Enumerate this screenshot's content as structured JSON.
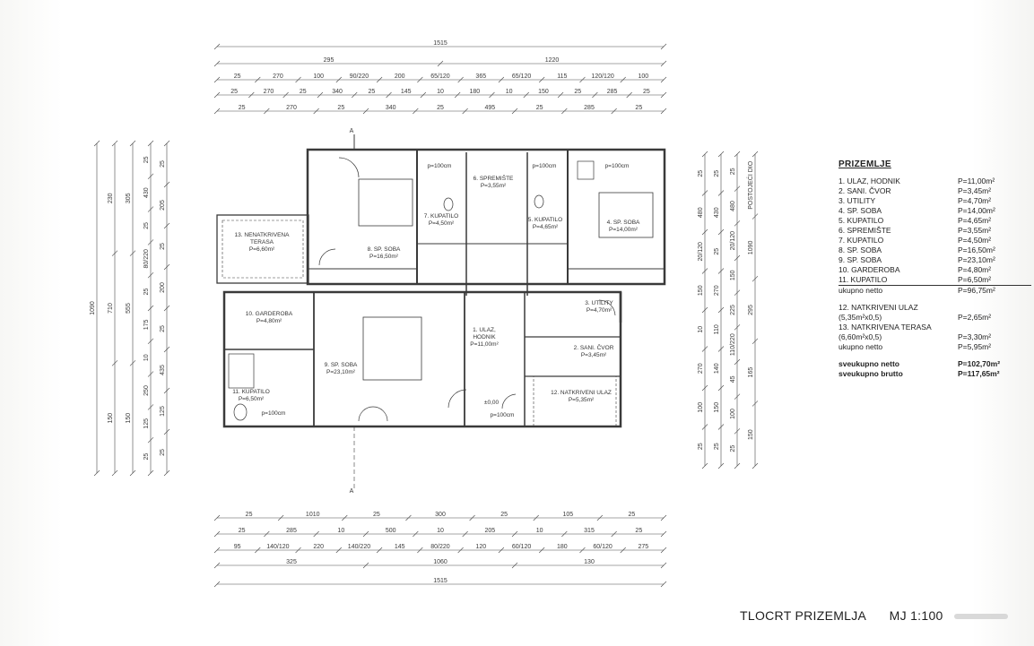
{
  "legend": {
    "title": "PRIZEMLJE",
    "rooms": [
      {
        "label": "1.  ULAZ, HODNIK",
        "area": "P=11,00m²"
      },
      {
        "label": "2.  SANI. ČVOR",
        "area": "P=3,45m²"
      },
      {
        "label": "3.  UTILITY",
        "area": "P=4,70m²"
      },
      {
        "label": "4.  SP. SOBA",
        "area": "P=14,00m²"
      },
      {
        "label": "5.  KUPATILO",
        "area": "P=4,65m²"
      },
      {
        "label": "6.  SPREMIŠTE",
        "area": "P=3,55m²"
      },
      {
        "label": "7.  KUPATILO",
        "area": "P=4,50m²"
      },
      {
        "label": "8.  SP. SOBA",
        "area": "P=16,50m²"
      },
      {
        "label": "9.  SP. SOBA",
        "area": "P=23,10m²"
      },
      {
        "label": "10. GARDEROBA",
        "area": "P=4,80m²"
      },
      {
        "label": "11. KUPATILO",
        "area": "P=6,50m²"
      }
    ],
    "netto_label": "ukupno netto",
    "netto_value": "P=96,75m²",
    "covered": [
      {
        "label": "12. NATKRIVENI ULAZ",
        "sub": "(5,35m²x0,5)",
        "area": "P=2,65m²"
      },
      {
        "label": "13. NATKRIVENA TERASA",
        "sub": "(6,60m²x0,5)",
        "area": "P=3,30m²"
      }
    ],
    "covered_netto_label": "ukupno netto",
    "covered_netto_value": "P=5,95m²",
    "total_netto_label": "sveukupno netto",
    "total_netto_value": "P=102,70m²",
    "total_brutto_label": "sveukupno brutto",
    "total_brutto_value": "P=117,65m²"
  },
  "footer": {
    "title": "TLOCRT PRIZEMLJA",
    "scale": "MJ 1:100"
  },
  "section_mark": "A",
  "top_dims": {
    "r1": [
      "1515"
    ],
    "r2": [
      "295",
      "1220"
    ],
    "r3": [
      "25",
      "270",
      "100",
      "90/220",
      "200",
      "65/120",
      "365",
      "65/120",
      "115",
      "120/120",
      "100"
    ],
    "r4": [
      "25",
      "270",
      "25",
      "340",
      "25",
      "145",
      "10",
      "180",
      "10",
      "150",
      "25",
      "285",
      "25"
    ],
    "r5": [
      "25",
      "270",
      "25",
      "340",
      "25",
      "495",
      "25",
      "285",
      "25"
    ]
  },
  "bottom_dims": {
    "r1": [
      "25",
      "1010",
      "25",
      "300",
      "25",
      "105",
      "25"
    ],
    "r2": [
      "25",
      "285",
      "10",
      "500",
      "10",
      "205",
      "10",
      "315",
      "25"
    ],
    "r3": [
      "95",
      "140/120",
      "220",
      "140/220",
      "145",
      "80/220",
      "120",
      "60/120",
      "180",
      "60/120",
      "275"
    ],
    "r4": [
      "325",
      "1060",
      "130"
    ],
    "r5": [
      "1515"
    ]
  },
  "left_dims": {
    "c1": [
      "1090"
    ],
    "c2": [
      "150",
      "710",
      "230"
    ],
    "c3": [
      "150",
      "555",
      "305"
    ],
    "c4": [
      "25",
      "125",
      "250",
      "10",
      "175",
      "25",
      "80/220",
      "25",
      "430",
      "25"
    ],
    "c5": [
      "25",
      "125",
      "435",
      "25",
      "200",
      "25",
      "205",
      "25"
    ]
  },
  "right_dims": {
    "c1": [
      "25",
      "100",
      "270",
      "10",
      "150",
      "20/120",
      "480",
      "25"
    ],
    "c2": [
      "25",
      "150",
      "140",
      "110",
      "270",
      "25",
      "430",
      "25"
    ],
    "c3": [
      "25",
      "100",
      "45",
      "110/220",
      "225",
      "150",
      "20/120",
      "480",
      "25"
    ],
    "c4": [
      "150",
      "165",
      "295",
      "1090",
      "POSTOJEĆI DIO"
    ]
  },
  "room_labels": {
    "r13": [
      "13. NENATKRIVENA",
      "TERASA",
      "P=6,60m²"
    ],
    "r8": [
      "8. SP. SOBA",
      "P=16,50m²"
    ],
    "r7": [
      "7. KUPATILO",
      "P=4,50m²"
    ],
    "r6": [
      "6. SPREMIŠTE",
      "P=3,55m²"
    ],
    "r5": [
      "5. KUPATILO",
      "P=4,65m²"
    ],
    "r4": [
      "4. SP. SOBA",
      "P=14,00m²"
    ],
    "r10": [
      "10. GARDEROBA",
      "P=4,80m²"
    ],
    "r9": [
      "9. SP. SOBA",
      "P=23,10m²"
    ],
    "r1": [
      "1. ULAZ,",
      "HODNIK",
      "P=11,00m²"
    ],
    "r3": [
      "3. UTILITY",
      "P=4,70m²"
    ],
    "r2": [
      "2. SANI. ČVOR",
      "P=3,45m²"
    ],
    "r11": [
      "11. KUPATILO",
      "P=6,50m²"
    ],
    "r12": [
      "12. NATKRIVENI ULAZ",
      "P=5,35m²"
    ],
    "sill": "p=100cm",
    "level": "±0,00"
  }
}
